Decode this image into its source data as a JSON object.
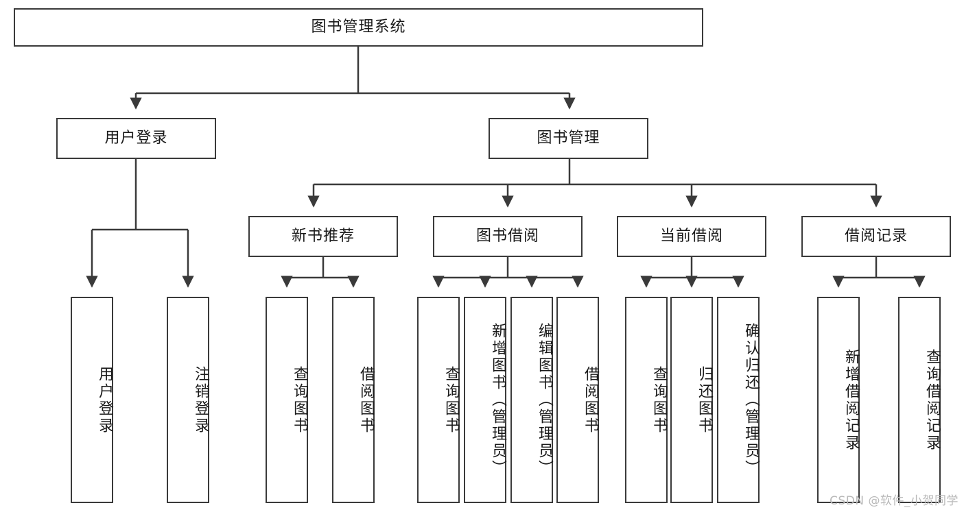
{
  "diagram": {
    "title": "图书管理系统",
    "type": "tree-hierarchy-diagram",
    "colors": {
      "box_border": "#3a3a3a",
      "box_fill": "#ffffff",
      "connector": "#3a3a3a",
      "text": "#1a1a1a",
      "watermark": "#b9b9b9"
    },
    "root": {
      "label": "图书管理系统"
    },
    "level2": [
      {
        "label": "用户登录"
      },
      {
        "label": "图书管理"
      }
    ],
    "level3": [
      {
        "label": "新书推荐"
      },
      {
        "label": "图书借阅"
      },
      {
        "label": "当前借阅"
      },
      {
        "label": "借阅记录"
      }
    ],
    "leaves_user_login": [
      {
        "label": "用户登录"
      },
      {
        "label": "注销登录"
      }
    ],
    "leaves_new_book": [
      {
        "label": "查询图书"
      },
      {
        "label": "借阅图书"
      }
    ],
    "leaves_borrow": [
      {
        "label": "查询图书"
      },
      {
        "label": "新增图书（管理员）"
      },
      {
        "label": "编辑图书（管理员）"
      },
      {
        "label": "借阅图书"
      }
    ],
    "leaves_current": [
      {
        "label": "查询图书"
      },
      {
        "label": "归还图书"
      },
      {
        "label": "确认归还（管理员）"
      }
    ],
    "leaves_records": [
      {
        "label": "新增借阅记录"
      },
      {
        "label": "查询借阅记录"
      }
    ]
  },
  "watermark": {
    "text": "CSDN @软件_小贺同学"
  }
}
